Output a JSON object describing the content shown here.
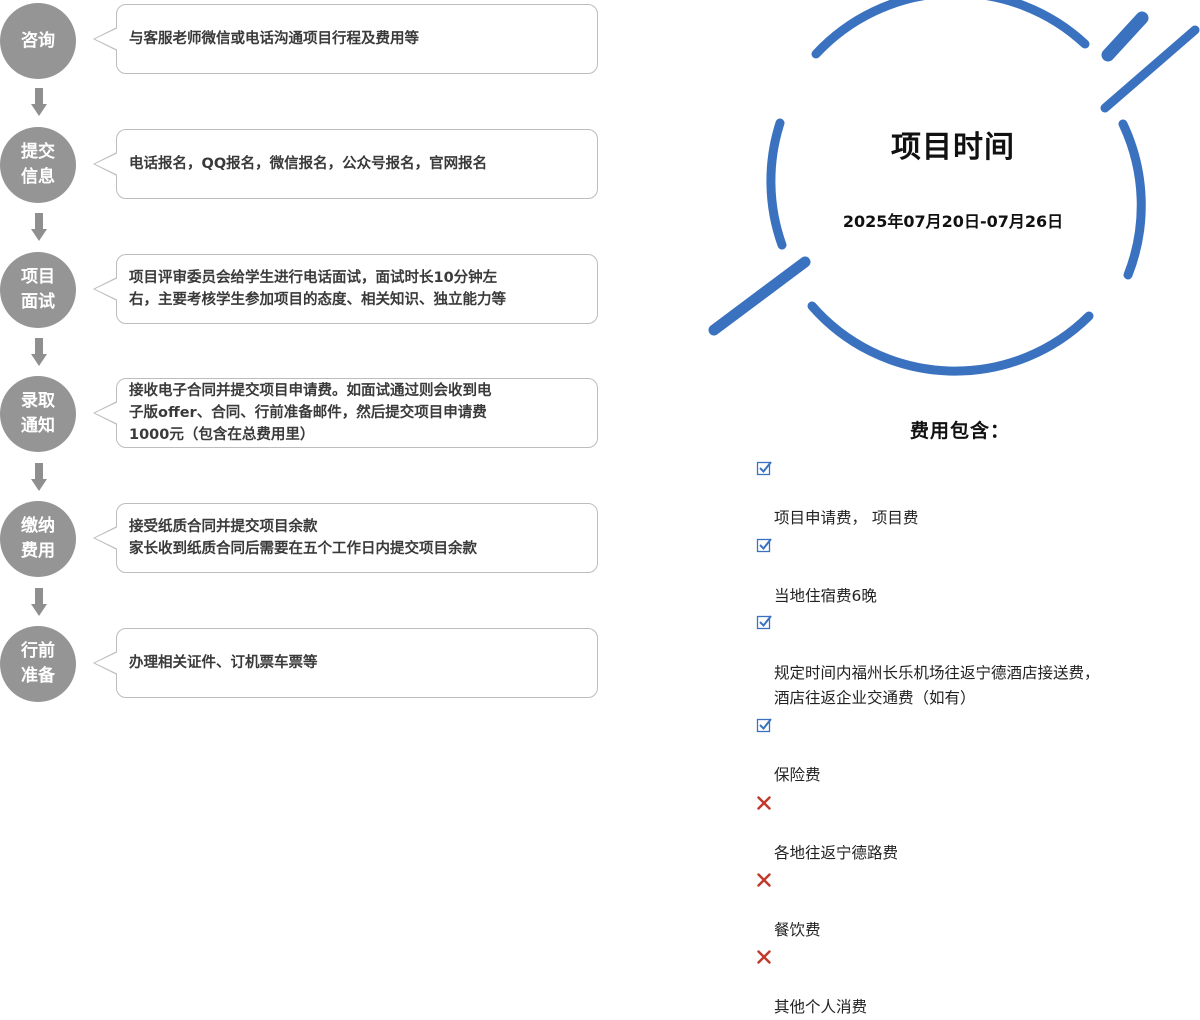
{
  "steps": [
    {
      "label_line1": "咨询",
      "label_line2": "",
      "text": "与客服老师微信或电话沟通项目行程及费用等"
    },
    {
      "label_line1": "提交",
      "label_line2": "信息",
      "text": "电话报名，QQ报名，微信报名，公众号报名，官网报名"
    },
    {
      "label_line1": "项目",
      "label_line2": "面试",
      "text": "项目评审委员会给学生进行电话面试，面试时长10分钟左\n右，主要考核学生参加项目的态度、相关知识、独立能力等"
    },
    {
      "label_line1": "录取",
      "label_line2": "通知",
      "text": "接收电子合同并提交项目申请费。如面试通过则会收到电\n子版offer、合同、行前准备邮件，然后提交项目申请费\n1000元（包含在总费用里）"
    },
    {
      "label_line1": "缴纳",
      "label_line2": "费用",
      "text": "接受纸质合同并提交项目余款\n家长收到纸质合同后需要在五个工作日内提交项目余款"
    },
    {
      "label_line1": "行前",
      "label_line2": "准备",
      "text": "办理相关证件、订机票车票等"
    }
  ],
  "schedule": {
    "title": "项目时间",
    "range": "2025年07月20日-07月26日"
  },
  "fees": {
    "title": "费用包含：",
    "items": [
      {
        "text": "项目申请费，  项目费",
        "included": true
      },
      {
        "text": "当地住宿费6晚",
        "included": true
      },
      {
        "text": "规定时间内福州长乐机场往返宁德酒店接送费，\n酒店往返企业交通费（如有）",
        "included": true
      },
      {
        "text": "保险费",
        "included": true
      },
      {
        "text": "各地往返宁德路费",
        "included": false
      },
      {
        "text": "餐饮费",
        "included": false
      },
      {
        "text": "其他个人消费",
        "included": false
      }
    ]
  },
  "colors": {
    "step_circle": "#959595",
    "ring": "#3a72c0",
    "check": "#3a72c0",
    "cross": "#c0392b"
  }
}
